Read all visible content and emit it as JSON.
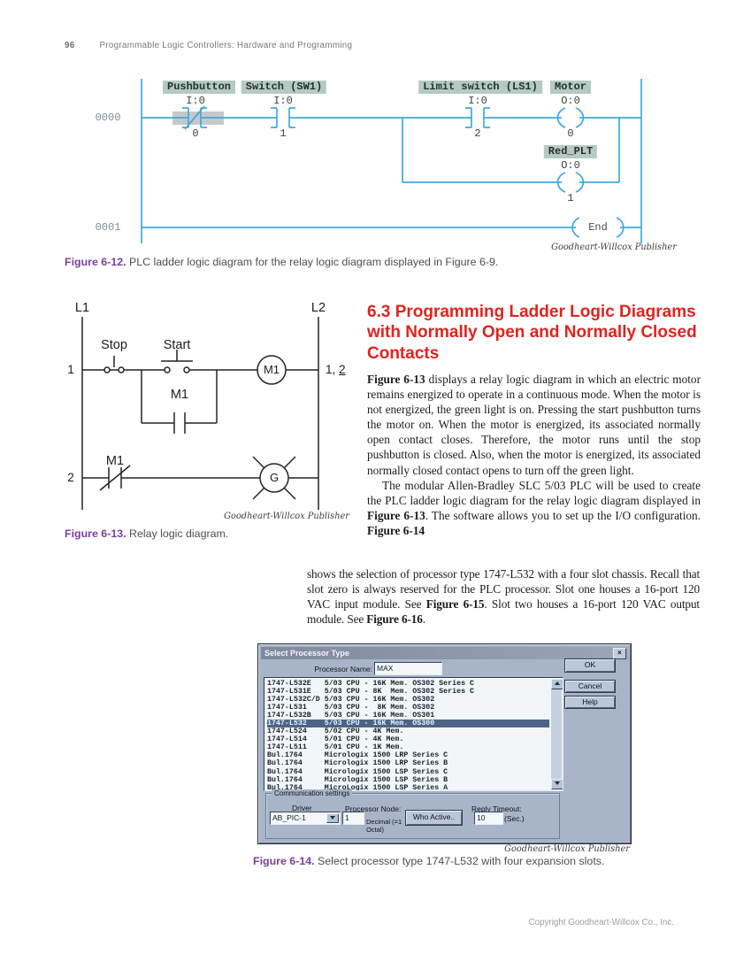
{
  "page": {
    "number": "96",
    "running_head": "Programmable Logic Controllers: Hardware and Programming",
    "footer": "Copyright Goodheart-Willcox Co., Inc."
  },
  "colors": {
    "heading_red": "#e0231f",
    "caption_purple": "#7b3f9b",
    "ladder_blue": "#3fa9dc",
    "label_box_bg": "#b6cac4",
    "dialog_bg": "#a8b5c8",
    "selection_bg": "#4c6587"
  },
  "fig12": {
    "rungs": [
      "0000",
      "0001"
    ],
    "elements": [
      {
        "label": "Pushbutton",
        "addr": "I:0",
        "bit": "0"
      },
      {
        "label": "Switch (SW1)",
        "addr": "I:0",
        "bit": "1"
      },
      {
        "label": "Limit switch (LS1)",
        "addr": "I:0",
        "bit": "2"
      },
      {
        "label": "Motor",
        "addr": "O:0",
        "bit": "0"
      },
      {
        "label": "Red_PLT",
        "addr": "O:0",
        "bit": "1"
      }
    ],
    "end_label": "End",
    "credit": "Goodheart-Willcox Publisher",
    "caption_label": "Figure 6-12.",
    "caption_text": " PLC ladder logic diagram for the relay logic diagram displayed in Figure 6-9."
  },
  "fig13": {
    "left_rail": "L1",
    "right_rail": "L2",
    "rung1_num": "1",
    "rung2_num": "2",
    "stop_label": "Stop",
    "start_label": "Start",
    "seal_contact_label": "M1",
    "motor_coil_label": "M1",
    "nc_contact_label": "M1",
    "lamp_label": "G",
    "rung1_ref_pre": "1, ",
    "rung1_ref_underlined": "2",
    "credit": "Goodheart-Willcox Publisher",
    "caption_label": "Figure 6-13.",
    "caption_text": " Relay logic diagram."
  },
  "section": {
    "heading": "6.3 Programming Ladder Logic Diagrams with Normally Open and Normally Closed Contacts",
    "p1_bold": "Figure 6-13",
    "p1_text": " displays a relay logic diagram in which an electric motor remains energized to operate in a continuous mode. When the motor is not energized, the green light is on. Pressing the start pushbutton turns the motor on. When the motor is energized, its associated normally open contact closes. Therefore, the motor runs until the stop pushbutton is closed. Also, when the motor is energized, its associated normally closed contact opens to turn off the green light.",
    "p2_text1": "The modular Allen-Bradley SLC 5/03 PLC will be used to create the PLC ladder logic diagram for the relay logic diagram displayed in ",
    "p2_bold1": "Figure 6-13",
    "p2_text2": ". The software allows you to set up the I/O configuration. ",
    "p2_bold2": "Figure 6-14",
    "p3_text1": "shows the selection of processor type 1747-L532 with a four slot chassis. Recall that slot zero is always reserved for the PLC processor. Slot one houses a 16-port 120 VAC input module. See ",
    "p3_bold1": "Figure 6-15",
    "p3_text2": ". Slot two houses a 16-port 120 VAC output module. See ",
    "p3_bold2": "Figure 6-16",
    "p3_text3": "."
  },
  "dialog": {
    "title": "Select Processor Type",
    "close_glyph": "×",
    "processor_name_label": "Processor Name:",
    "processor_name_value": "MAX",
    "buttons": {
      "ok": "OK",
      "cancel": "Cancel",
      "help": "Help"
    },
    "list": {
      "selected_index": 5,
      "rows": [
        "1747-L532E   5/03 CPU - 16K Mem. OS302 Series C",
        "1747-L531E   5/03 CPU - 8K  Mem. OS302 Series C",
        "1747-L532C/D 5/03 CPU - 16K Mem. OS302",
        "1747-L531    5/03 CPU -  8K Mem. OS302",
        "1747-L532B   5/03 CPU - 16K Mem. OS301",
        "1747-L532    5/03 CPU - 16K Mem. OS300",
        "1747-L524    5/02 CPU - 4K Mem.",
        "1747-L514    5/01 CPU - 4K Mem.",
        "1747-L511    5/01 CPU - 1K Mem.",
        "Bul.1764     Micrologix 1500 LRP Series C",
        "Bul.1764     Micrologix 1500 LRP Series B",
        "Bul.1764     Micrologix 1500 LSP Series C",
        "Bul.1764     Micrologix 1500 LSP Series B",
        "Bul.1764     MicroLogix 1500 LSP Series A"
      ]
    },
    "comm": {
      "group_label": "Communication settings",
      "driver_label": "Driver",
      "driver_value": "AB_PIC-1",
      "node_label": "Processor Node:",
      "node_value": "1",
      "node_hint1": "Decimal (=1",
      "node_hint2": "Octal)",
      "who_active_label": "Who Active..",
      "timeout_label": "Reply Timeout:",
      "timeout_value": "10",
      "timeout_unit": "(Sec.)"
    },
    "credit": "Goodheart-Willcox Publisher",
    "caption_label": "Figure 6-14.",
    "caption_text": " Select processor type 1747-L532 with four expansion slots."
  }
}
